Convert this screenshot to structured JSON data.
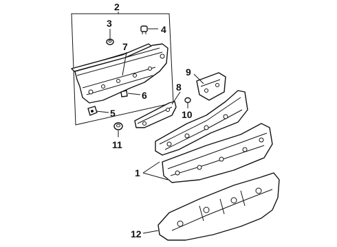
{
  "diagram": {
    "callouts": {
      "c1": "1",
      "c2": "2",
      "c3": "3",
      "c4": "4",
      "c5": "5",
      "c6": "6",
      "c7": "7",
      "c8": "8",
      "c9": "9",
      "c10": "10",
      "c11": "11",
      "c12": "12"
    },
    "colors": {
      "line": "#111111",
      "background": "#ffffff"
    }
  }
}
